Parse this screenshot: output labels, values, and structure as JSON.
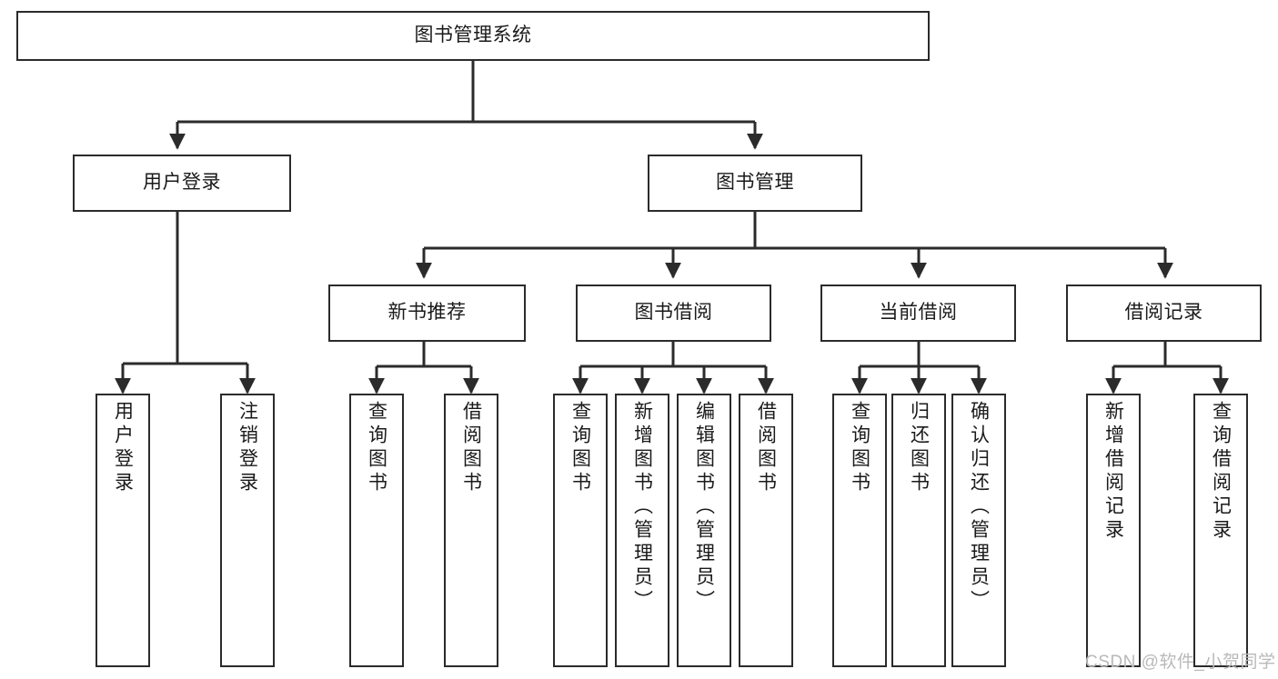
{
  "diagram": {
    "type": "tree-hierarchy-chart",
    "title": "图书管理系统",
    "watermark": "CSDN @软件_小贺同学",
    "colors": {
      "box_border": "#2b2b2b",
      "box_fill": "#ffffff",
      "connector": "#2b2b2b",
      "text": "#1a1a1a",
      "watermark": "#b9b9b9"
    },
    "levels": {
      "root": {
        "label": "图书管理系统"
      },
      "level2": [
        {
          "label": "用户登录"
        },
        {
          "label": "图书管理"
        }
      ],
      "level3": [
        {
          "label": "新书推荐"
        },
        {
          "label": "图书借阅"
        },
        {
          "label": "当前借阅"
        },
        {
          "label": "借阅记录"
        }
      ],
      "leaves": [
        {
          "label": "用户登录",
          "parent": "用户登录"
        },
        {
          "label": "注销登录",
          "parent": "用户登录"
        },
        {
          "label": "查询图书",
          "parent": "新书推荐"
        },
        {
          "label": "借阅图书",
          "parent": "新书推荐"
        },
        {
          "label": "查询图书",
          "parent": "图书借阅"
        },
        {
          "label": "新增图书（管理员）",
          "parent": "图书借阅"
        },
        {
          "label": "编辑图书（管理员）",
          "parent": "图书借阅"
        },
        {
          "label": "借阅图书",
          "parent": "图书借阅"
        },
        {
          "label": "查询图书",
          "parent": "当前借阅"
        },
        {
          "label": "归还图书",
          "parent": "当前借阅"
        },
        {
          "label": "确认归还（管理员）",
          "parent": "当前借阅"
        },
        {
          "label": "新增借阅记录",
          "parent": "借阅记录"
        },
        {
          "label": "查询借阅记录",
          "parent": "借阅记录"
        }
      ]
    }
  }
}
